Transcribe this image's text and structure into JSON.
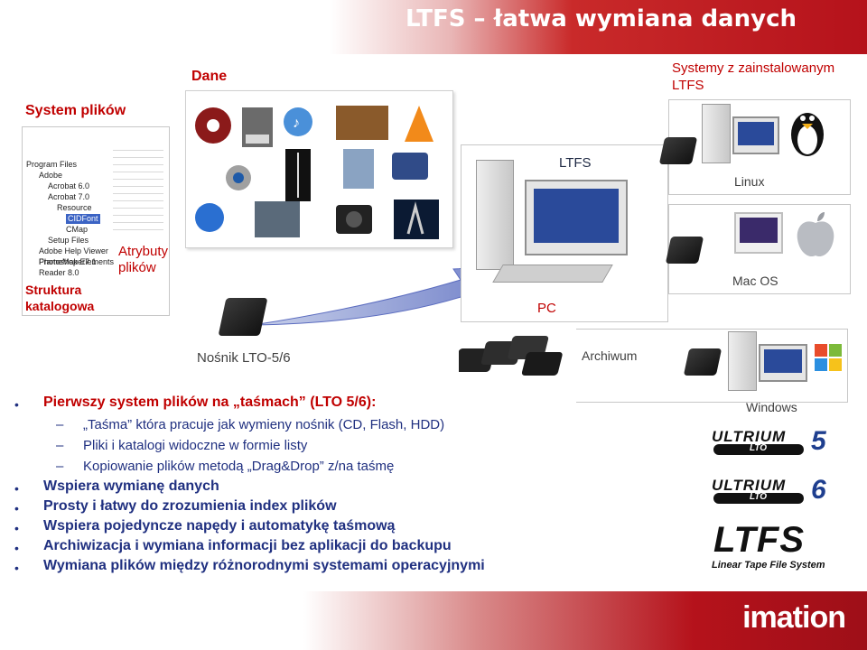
{
  "header": {
    "title": "LTFS – łatwa wymiana danych"
  },
  "footer": {
    "logo": "imation"
  },
  "labels": {
    "file_system": "System plików",
    "data": "Dane",
    "systems": "Systemy z zainstalowanym LTFS",
    "attributes": "Atrybuty plików",
    "structure": "Struktura katalogowa",
    "ltfs": "LTFS",
    "linux": "Linux",
    "pc": "PC",
    "macos": "Mac OS",
    "medium": "Nośnik LTO-5/6",
    "archive": "Archiwum",
    "windows": "Windows"
  },
  "tree": [
    "Program Files",
    "Adobe",
    "Acrobat 6.0",
    "Acrobat 7.0",
    "Resource",
    "CIDFont",
    "CMap",
    "Setup Files",
    "Adobe Help Viewer",
    "FrameMaker7.1",
    "Photoshop Elements",
    "Reader 8.0"
  ],
  "bullets": {
    "b1": "Pierwszy system plików na „taśmach” (LTO 5/6):",
    "s1": "„Taśma” która pracuje jak wymieny nośnik (CD, Flash, HDD)",
    "s2": "Pliki i katalogi widoczne w formie listy",
    "s3": "Kopiowanie plików metodą „Drag&Drop” z/na taśmę",
    "b2": "Wspiera wymianę danych",
    "b3": "Prosty i łatwy do zrozumienia index plików",
    "b4": "Wspiera pojedyncze napędy i automatykę taśmową",
    "b5": "Archiwizacja i wymiana informacji bez aplikacji do backupu",
    "b6": "Wymiana plików między różnorodnymi systemami operacyjnymi"
  },
  "logos": {
    "ultrium": "ULTRIUM",
    "lto": "LTO",
    "five": "5",
    "six": "6",
    "ltfs": "LTFS",
    "ltfs_sub": "Linear Tape File System"
  },
  "colors": {
    "accent": "#c00000",
    "brand": "#b5121b",
    "bullets": "#203080"
  }
}
